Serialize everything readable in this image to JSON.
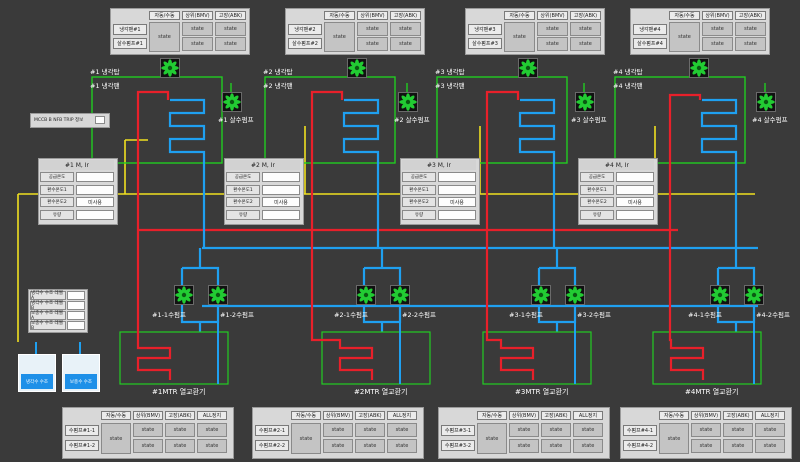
{
  "colors": {
    "background": "#3a3a3a",
    "return_line": "#e8202a",
    "supply_line": "#1fa0f0",
    "tower_loop": "#22cc22",
    "power_line": "#f0e020",
    "frame_green": "#22cc22"
  },
  "trip_box": {
    "label": "MCCB B NFB TRIP 정보"
  },
  "tanks": [
    {
      "label": "냉각수 수조"
    },
    {
      "label": "보충수 수조"
    }
  ],
  "level_panel": {
    "rows": [
      {
        "label": "냉각수 수조 레벨A"
      },
      {
        "label": "냉각수 수조 레벨B"
      },
      {
        "label": "보충수 수조 레벨A"
      },
      {
        "label": "보충수 수조 레벨B"
      }
    ]
  },
  "systems": [
    {
      "top_panel": {
        "headers": [
          "자동/수동",
          "상위(BMV)",
          "고장(ABK)"
        ],
        "rows": [
          {
            "label": "냉각팬#1",
            "cells": [
              "state",
              "state",
              "state"
            ]
          },
          {
            "label": "살수펌프#1",
            "cells": [
              "state",
              "state",
              "state"
            ]
          }
        ]
      },
      "tower_label": "#1 냉각탑",
      "fan_label": "#1 냉각팬",
      "spray_pump_label": "#1 살수펌프",
      "mr": {
        "title": "#1 M, Ir",
        "rows": [
          {
            "label": "공급온도",
            "value": ""
          },
          {
            "label": "환수온도1",
            "value": ""
          },
          {
            "label": "환수온도2",
            "value": "미사용"
          },
          {
            "label": "유량",
            "value": ""
          }
        ]
      },
      "pump_a_label": "#1-1수펌프",
      "pump_b_label": "#1-2수펌프",
      "hx_label": "#1MTR 열교환기",
      "bottom_panel": {
        "headers": [
          "자동/수동",
          "상위(BMV)",
          "고장(ABK)",
          "ALL정지"
        ],
        "rows": [
          {
            "label": "수펌프#1-1",
            "cells": [
              "state",
              "state",
              "state",
              "state"
            ]
          },
          {
            "label": "수펌프#1-2",
            "cells": [
              "state",
              "state",
              "state",
              "state"
            ]
          }
        ]
      }
    },
    {
      "top_panel": {
        "headers": [
          "자동/수동",
          "상위(BMV)",
          "고장(ABK)"
        ],
        "rows": [
          {
            "label": "냉각팬#2",
            "cells": [
              "state",
              "state",
              "state"
            ]
          },
          {
            "label": "살수펌프#2",
            "cells": [
              "state",
              "state",
              "state"
            ]
          }
        ]
      },
      "tower_label": "#2 냉각탑",
      "fan_label": "#2 냉각팬",
      "spray_pump_label": "#2 살수펌프",
      "mr": {
        "title": "#2 M, Ir",
        "rows": [
          {
            "label": "공급온도",
            "value": ""
          },
          {
            "label": "환수온도1",
            "value": ""
          },
          {
            "label": "환수온도2",
            "value": "미사용"
          },
          {
            "label": "유량",
            "value": ""
          }
        ]
      },
      "pump_a_label": "#2-1수펌프",
      "pump_b_label": "#2-2수펌프",
      "hx_label": "#2MTR 열교환기",
      "bottom_panel": {
        "headers": [
          "자동/수동",
          "상위(BMV)",
          "고장(ABK)",
          "ALL정지"
        ],
        "rows": [
          {
            "label": "수펌프#2-1",
            "cells": [
              "state",
              "state",
              "state",
              "state"
            ]
          },
          {
            "label": "수펌프#2-2",
            "cells": [
              "state",
              "state",
              "state",
              "state"
            ]
          }
        ]
      }
    },
    {
      "top_panel": {
        "headers": [
          "자동/수동",
          "상위(BMV)",
          "고장(ABK)"
        ],
        "rows": [
          {
            "label": "냉각팬#3",
            "cells": [
              "state",
              "state",
              "state"
            ]
          },
          {
            "label": "살수펌프#3",
            "cells": [
              "state",
              "state",
              "state"
            ]
          }
        ]
      },
      "tower_label": "#3 냉각탑",
      "fan_label": "#3 냉각팬",
      "spray_pump_label": "#3 살수펌프",
      "mr": {
        "title": "#3 M, Ir",
        "rows": [
          {
            "label": "공급온도",
            "value": ""
          },
          {
            "label": "환수온도1",
            "value": ""
          },
          {
            "label": "환수온도2",
            "value": "미사용"
          },
          {
            "label": "유량",
            "value": ""
          }
        ]
      },
      "pump_a_label": "#3-1수펌프",
      "pump_b_label": "#3-2수펌프",
      "hx_label": "#3MTR 열교환기",
      "bottom_panel": {
        "headers": [
          "자동/수동",
          "상위(BMV)",
          "고장(ABK)",
          "ALL정지"
        ],
        "rows": [
          {
            "label": "수펌프#3-1",
            "cells": [
              "state",
              "state",
              "state",
              "state"
            ]
          },
          {
            "label": "수펌프#3-2",
            "cells": [
              "state",
              "state",
              "state",
              "state"
            ]
          }
        ]
      }
    },
    {
      "top_panel": {
        "headers": [
          "자동/수동",
          "상위(BMV)",
          "고장(ABK)"
        ],
        "rows": [
          {
            "label": "냉각팬#4",
            "cells": [
              "state",
              "state",
              "state"
            ]
          },
          {
            "label": "살수펌프#4",
            "cells": [
              "state",
              "state",
              "state"
            ]
          }
        ]
      },
      "tower_label": "#4 냉각탑",
      "fan_label": "#4 냉각팬",
      "spray_pump_label": "#4 살수펌프",
      "mr": {
        "title": "#4 M, Ir",
        "rows": [
          {
            "label": "공급온도",
            "value": ""
          },
          {
            "label": "환수온도1",
            "value": ""
          },
          {
            "label": "환수온도2",
            "value": "미사용"
          },
          {
            "label": "유량",
            "value": ""
          }
        ]
      },
      "pump_a_label": "#4-1수펌프",
      "pump_b_label": "#4-2수펌프",
      "hx_label": "#4MTR 열교환기",
      "bottom_panel": {
        "headers": [
          "자동/수동",
          "상위(BMV)",
          "고장(ABK)",
          "ALL정지"
        ],
        "rows": [
          {
            "label": "수펌프#4-1",
            "cells": [
              "state",
              "state",
              "state",
              "state"
            ]
          },
          {
            "label": "수펌프#4-2",
            "cells": [
              "state",
              "state",
              "state",
              "state"
            ]
          }
        ]
      }
    }
  ]
}
